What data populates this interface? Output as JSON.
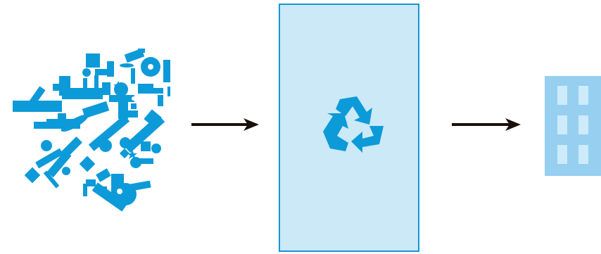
{
  "diagram": {
    "stages": [
      {
        "id": "scrap-pile",
        "icon": "scrap-pile-icon"
      },
      {
        "id": "recycling-plant",
        "icon": "recycle-icon"
      },
      {
        "id": "new-building",
        "icon": "building-icon"
      }
    ],
    "arrows": [
      {
        "from": "scrap-pile",
        "to": "recycling-plant",
        "icon": "arrow-right-icon"
      },
      {
        "from": "recycling-plant",
        "to": "new-building",
        "icon": "arrow-right-icon"
      }
    ]
  },
  "colors": {
    "primary_blue": "#0d9ad8",
    "machine_fill": "#cbe9f7",
    "machine_border": "#1596d2",
    "building_fill": "#96cff0",
    "window_fill": "#cdebfa",
    "arrow": "#1a0f0a"
  }
}
